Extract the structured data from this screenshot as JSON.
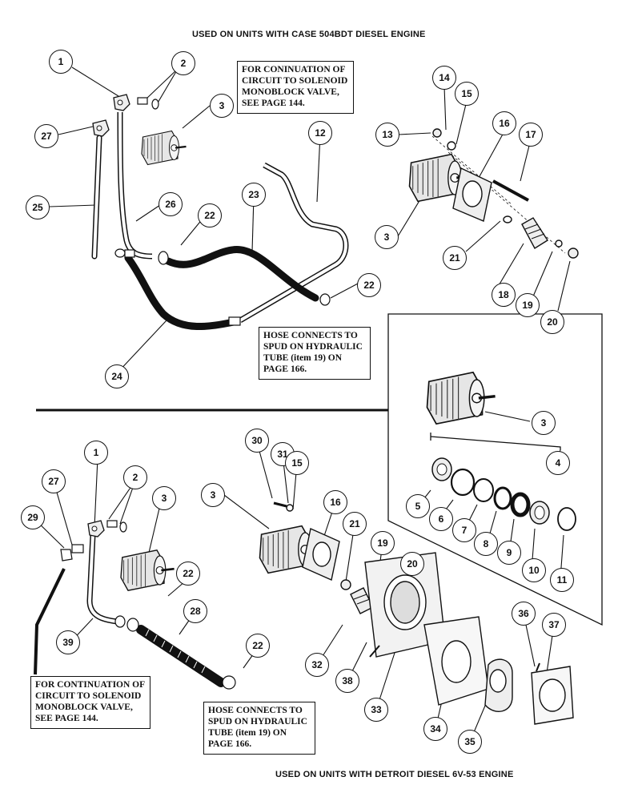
{
  "captions": {
    "top": "USED ON UNITS WITH CASE 504BDT DIESEL ENGINE",
    "bottom": "USED ON UNITS WITH DETROIT DIESEL 6V-53 ENGINE"
  },
  "notes": {
    "top_continuation": [
      "FOR CONINUATION OF",
      "CIRCUIT TO SOLENOID",
      "MONOBLOCK VALVE,",
      "SEE PAGE 144."
    ],
    "top_hose": [
      "HOSE CONNECTS TO",
      "SPUD ON HYDRAULIC",
      "TUBE (item 19) ON",
      "PAGE 166."
    ],
    "bottom_continuation": [
      "FOR CONTINUATION OF",
      "CIRCUIT TO SOLENOID",
      "MONOBLOCK VALVE,",
      "SEE PAGE 144."
    ],
    "bottom_hose": [
      "HOSE CONNECTS TO",
      "SPUD ON HYDRAULIC",
      "TUBE (item 19) ON",
      "PAGE 166."
    ]
  },
  "callouts": {
    "t1": "1",
    "t2": "2",
    "t3a": "3",
    "t27": "27",
    "t25": "25",
    "t26": "26",
    "t22a": "22",
    "t23": "23",
    "t12": "12",
    "t22b": "22",
    "t24": "24",
    "r14": "14",
    "r15": "15",
    "r13": "13",
    "r16": "16",
    "r17": "17",
    "r3": "3",
    "r21": "21",
    "r18": "18",
    "r19": "19",
    "r20": "20",
    "d3": "3",
    "d4": "4",
    "d5": "5",
    "d6": "6",
    "d7": "7",
    "d8": "8",
    "d9": "9",
    "d10": "10",
    "d11": "11",
    "b1": "1",
    "b2": "2",
    "b3": "3",
    "b27": "27",
    "b29": "29",
    "b22a": "22",
    "b28": "28",
    "b22b": "22",
    "b39": "39",
    "m30": "30",
    "m31": "31",
    "m15": "15",
    "m3": "3",
    "m16": "16",
    "m21": "21",
    "m19": "19",
    "m20": "20",
    "m32": "32",
    "m38": "38",
    "m33": "33",
    "m34": "34",
    "m35": "35",
    "m36": "36",
    "m37": "37"
  }
}
